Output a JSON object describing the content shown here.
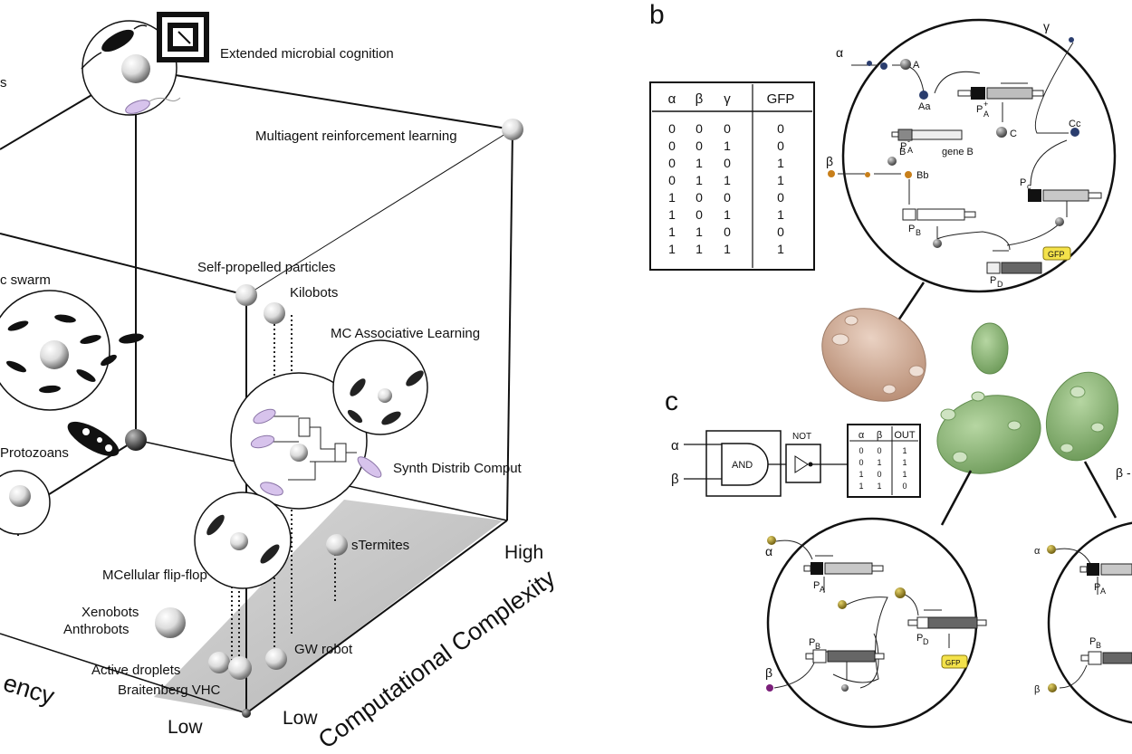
{
  "panels": {
    "b": "b",
    "c": "c"
  },
  "cube": {
    "extended_microbial_cognition": "Extended microbial cognition",
    "multiagent_rl": "Multiagent reinforcement learning",
    "self_propelled": "Self-propelled particles",
    "kilobots": "Kilobots",
    "mc_associative": "MC Associative Learning",
    "synth_distrib": "Synth Distrib Comput",
    "protozoans": "Protozoans",
    "swarm": "c swarm",
    "s_fragment": "s",
    "stermites": "sTermites",
    "mcellular_flipflop": "MCellular flip-flop",
    "xenobots": "Xenobots",
    "anthrobots": "Anthrobots",
    "gw_robot": "GW robot",
    "active_droplets": "Active droplets",
    "braitenberg": "Braitenberg VHC",
    "axis_high": "High",
    "axis_low_1": "Low",
    "axis_low_2": "Low",
    "axis_complexity": "Computational Complexity",
    "axis_agency": "ency"
  },
  "truth_table_b": {
    "headers": [
      "α",
      "β",
      "γ",
      "GFP"
    ],
    "rows": [
      [
        "0",
        "0",
        "0",
        "0"
      ],
      [
        "0",
        "0",
        "1",
        "0"
      ],
      [
        "0",
        "1",
        "0",
        "1"
      ],
      [
        "0",
        "1",
        "1",
        "1"
      ],
      [
        "1",
        "0",
        "0",
        "0"
      ],
      [
        "1",
        "0",
        "1",
        "1"
      ],
      [
        "1",
        "1",
        "0",
        "0"
      ],
      [
        "1",
        "1",
        "1",
        "1"
      ]
    ]
  },
  "circuit_b": {
    "alpha": "α",
    "beta": "β",
    "gamma": "γ",
    "A": "A",
    "Aa": "Aa",
    "B": "B",
    "Bb": "Bb",
    "C": "C",
    "Cc": "Cc",
    "gene_b": "gene B",
    "gfp": "GFP",
    "pa_plus": "P",
    "pa_plus_sup": "+",
    "pa_plus_sub": "A",
    "pa_minus": "P",
    "pa_minus_sup": "-",
    "pa_minus_sub": "A",
    "pb": "P",
    "pb_sub": "B",
    "pc": "P",
    "pc_sub": "c",
    "pd": "P",
    "pd_sub": "D"
  },
  "logic_c": {
    "alpha": "α",
    "beta": "β",
    "and": "AND",
    "not": "NOT",
    "headers": [
      "α",
      "β",
      "OUT"
    ],
    "rows": [
      [
        "0",
        "0",
        "1"
      ],
      [
        "0",
        "1",
        "1"
      ],
      [
        "1",
        "0",
        "1"
      ],
      [
        "1",
        "1",
        "0"
      ]
    ]
  },
  "circuit_c": {
    "alpha": "α",
    "beta": "β",
    "pa": "P",
    "pa_sub": "A",
    "pb": "P",
    "pb_sub": "B",
    "pd": "P",
    "pd_sub": "D",
    "gfp": "GFP",
    "right_alpha": "α",
    "right_beta": "β",
    "right_pa": "P",
    "right_pa_sub": "A",
    "right_pb": "P",
    "right_pb_sub": "B",
    "beta_edge": "β -"
  },
  "colors": {
    "pink_cell": "#d9b19b",
    "green_cell": "#8fb77a",
    "gfp_yellow": "#f4e24a",
    "purple_bacterium": "#d7c3ec",
    "floor_gray": "#c7c7c7"
  }
}
